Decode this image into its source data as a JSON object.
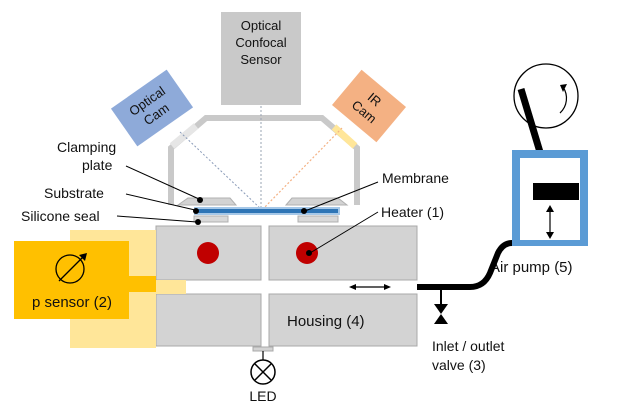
{
  "labels": {
    "confocal_line1": "Optical",
    "confocal_line2": "Confocal",
    "confocal_line3": "Sensor",
    "optical_cam_line1": "Optical",
    "optical_cam_line2": "Cam",
    "ir_cam_line1": "IR",
    "ir_cam_line2": "Cam",
    "clamping_line1": "Clamping",
    "clamping_line2": "plate",
    "substrate": "Substrate",
    "silicone_seal": "Silicone seal",
    "membrane": "Membrane",
    "heater": "Heater (1)",
    "p_sensor": "p sensor (2)",
    "housing": "Housing (4)",
    "air_pump": "Air pump  (5)",
    "valve_line1": "Inlet / outlet",
    "valve_line2": "valve (3)",
    "led": "LED"
  },
  "colors": {
    "housing_gray": "#d3d3d3",
    "housing_stroke": "#a8a8a8",
    "frame_gray": "#c9c9c9",
    "optical_cam": "#8eaad9",
    "ir_cam": "#f4b183",
    "p_sensor_fill": "#ffc000",
    "p_sensor_light": "#ffe699",
    "membrane_blue": "#2e75b6",
    "heater_red": "#c00000",
    "pump_blue": "#5b9bd5",
    "black": "#000000"
  },
  "icons": [
    "gauge-icon",
    "pressure-dial-icon",
    "valve-icon",
    "led-icon",
    "double-arrow-icon"
  ]
}
